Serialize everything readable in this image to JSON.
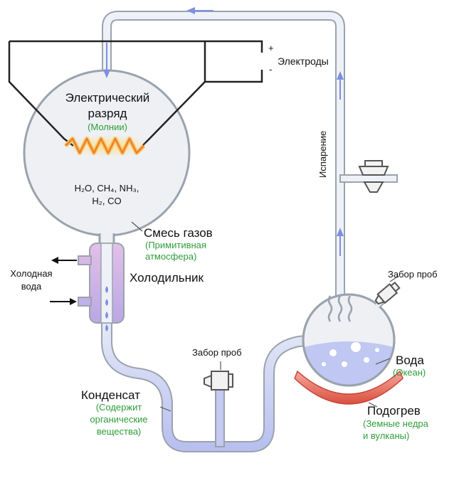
{
  "labels": {
    "electrodes": "Электроды",
    "plus": "+",
    "minus": "-",
    "discharge_line1": "Электрический",
    "discharge_line2": "разряд",
    "lightning": "(Молнии)",
    "formula_line1": "H₂O, CH₄, NH₃,",
    "formula_line2": "H₂, CO",
    "gas_mix": "Смесь газов",
    "atmosphere_line1": "(Примитивная",
    "atmosphere_line2": "атмосфера)",
    "cold_water_line1": "Холодная",
    "cold_water_line2": "вода",
    "condenser": "Холодильник",
    "sampling_top": "Забор проб",
    "sampling_bottom": "Забор проб",
    "condensate": "Конденсат",
    "condensate_note_line1": "(Содержит",
    "condensate_note_line2": "органические",
    "condensate_note_line3": "вещества)",
    "evaporation": "Испарение",
    "water": "Вода",
    "ocean": "(Океан)",
    "heating": "Подогрев",
    "heating_note_line1": "(Земные недра",
    "heating_note_line2": "и вулканы)"
  },
  "colors": {
    "tube_outline": "#9aa3ad",
    "tube_fill": "#eef2f8",
    "flow_arrow": "#7f8fe0",
    "water": "#b9c2f2",
    "spark": "#f08a24",
    "heater": "#e5685a",
    "condenser": "#c9a0d8",
    "label_green": "#2e9e3a"
  }
}
